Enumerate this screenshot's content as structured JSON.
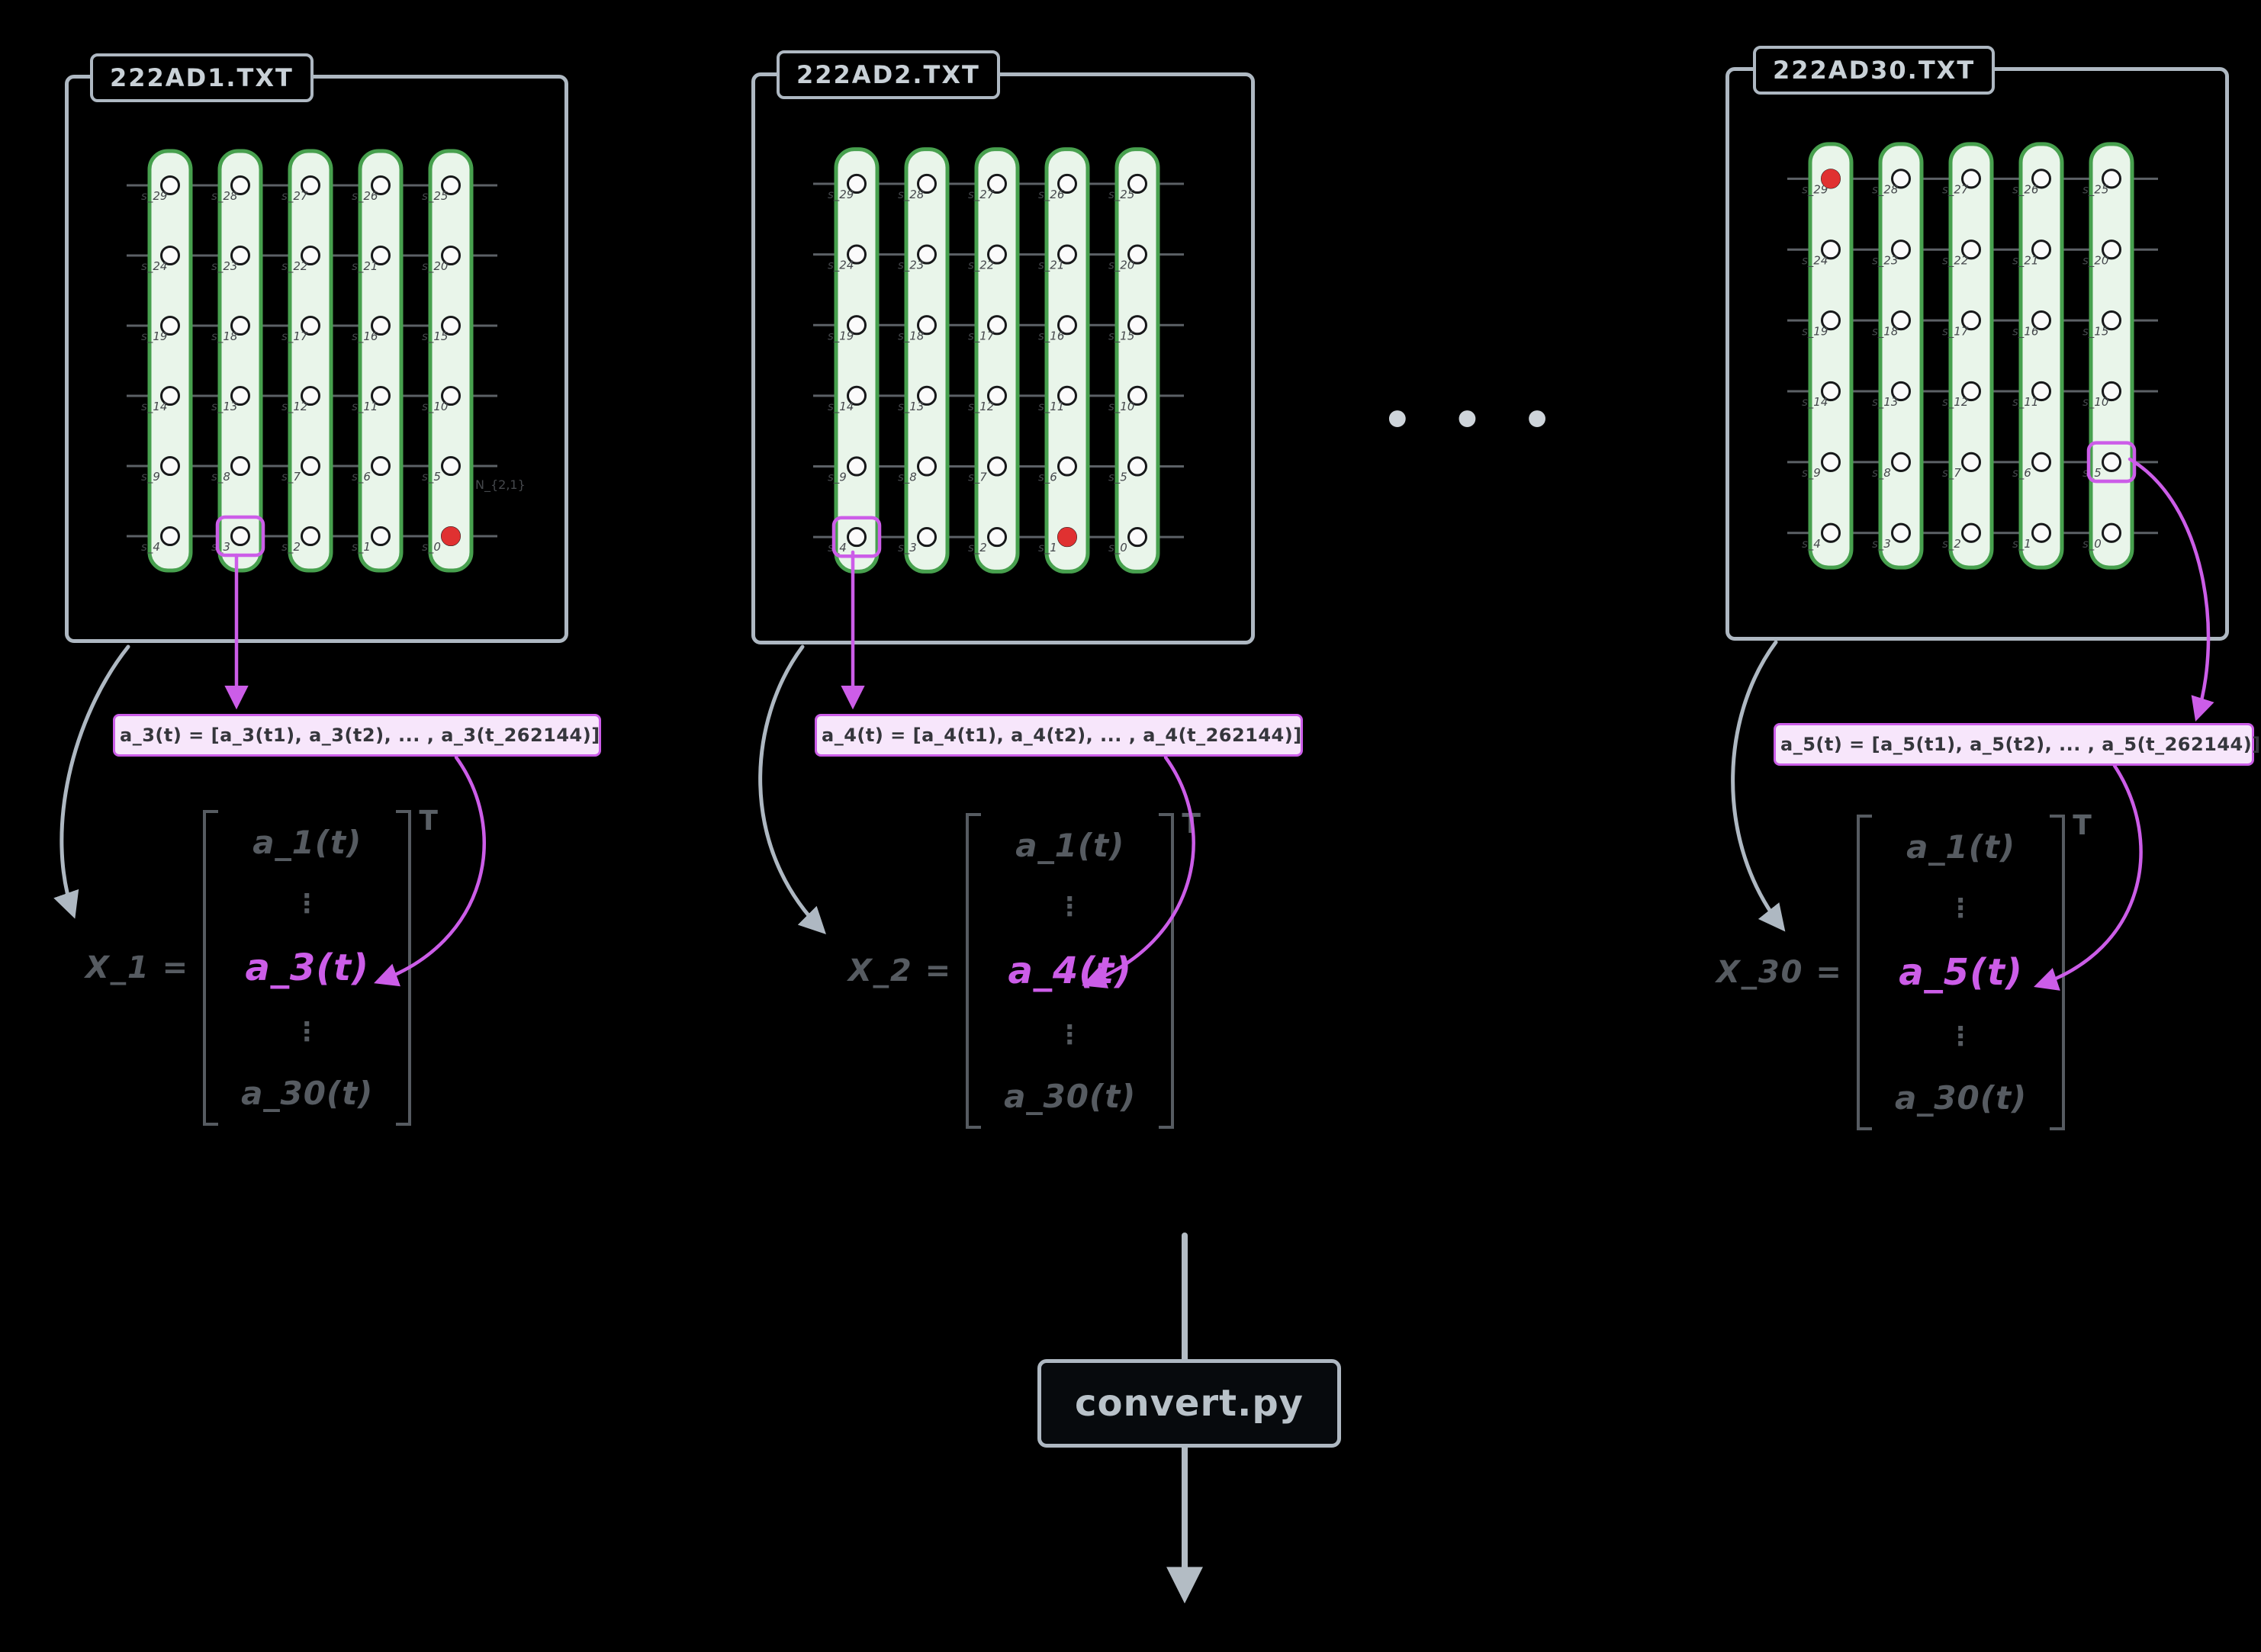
{
  "panels": [
    {
      "title": "222AD1.TXT",
      "equation": "a_3(t) = [a_3(t1), a_3(t2), ... , a_3(t_262144)]",
      "highlight_sensor": "s_3",
      "red_sensor": "s_0",
      "note": "N_{2,1}",
      "matrix": {
        "var_label": "X_1 =",
        "rows": [
          "a_1(t)",
          "⋮",
          "a_3(t)",
          "⋮",
          "a_30(t)"
        ],
        "highlight_index": 2,
        "transpose": "T"
      }
    },
    {
      "title": "222AD2.TXT",
      "equation": "a_4(t) = [a_4(t1), a_4(t2), ... , a_4(t_262144)]",
      "highlight_sensor": "s_4",
      "red_sensor": "s_1",
      "note": null,
      "matrix": {
        "var_label": "X_2 =",
        "rows": [
          "a_1(t)",
          "⋮",
          "a_4(t)",
          "⋮",
          "a_30(t)"
        ],
        "highlight_index": 2,
        "transpose": "T"
      }
    },
    {
      "title": "222AD30.TXT",
      "equation": "a_5(t) = [a_5(t1), a_5(t2), ... , a_5(t_262144)]",
      "highlight_sensor": "s_5",
      "red_sensor": "s_29",
      "note": null,
      "matrix": {
        "var_label": "X_30 =",
        "rows": [
          "a_1(t)",
          "⋮",
          "a_5(t)",
          "⋮",
          "a_30(t)"
        ],
        "highlight_index": 2,
        "transpose": "T"
      }
    }
  ],
  "sensor_grid": {
    "labels": [
      [
        "s_29",
        "s_28",
        "s_27",
        "s_26",
        "s_25"
      ],
      [
        "s_24",
        "s_23",
        "s_22",
        "s_21",
        "s_20"
      ],
      [
        "s_19",
        "s_18",
        "s_17",
        "s_16",
        "s_15"
      ],
      [
        "s_14",
        "s_13",
        "s_12",
        "s_11",
        "s_10"
      ],
      [
        "s_9",
        "s_8",
        "s_7",
        "s_6",
        "s_5"
      ],
      [
        "s_4",
        "s_3",
        "s_2",
        "s_1",
        "s_0"
      ]
    ]
  },
  "ellipsis": "•••",
  "pipeline": {
    "script_label": "convert.py"
  },
  "colors": {
    "background": "#000000",
    "panel_border": "#aeb8c2",
    "green": "#47a04e",
    "column_fill": "#e9f5ea",
    "magenta": "#cc5de8",
    "magenta_fill": "#f7e6fb",
    "red": "#e03131",
    "line": "#5c6166",
    "label": "#45484c",
    "matrix_text": "#565b61"
  }
}
